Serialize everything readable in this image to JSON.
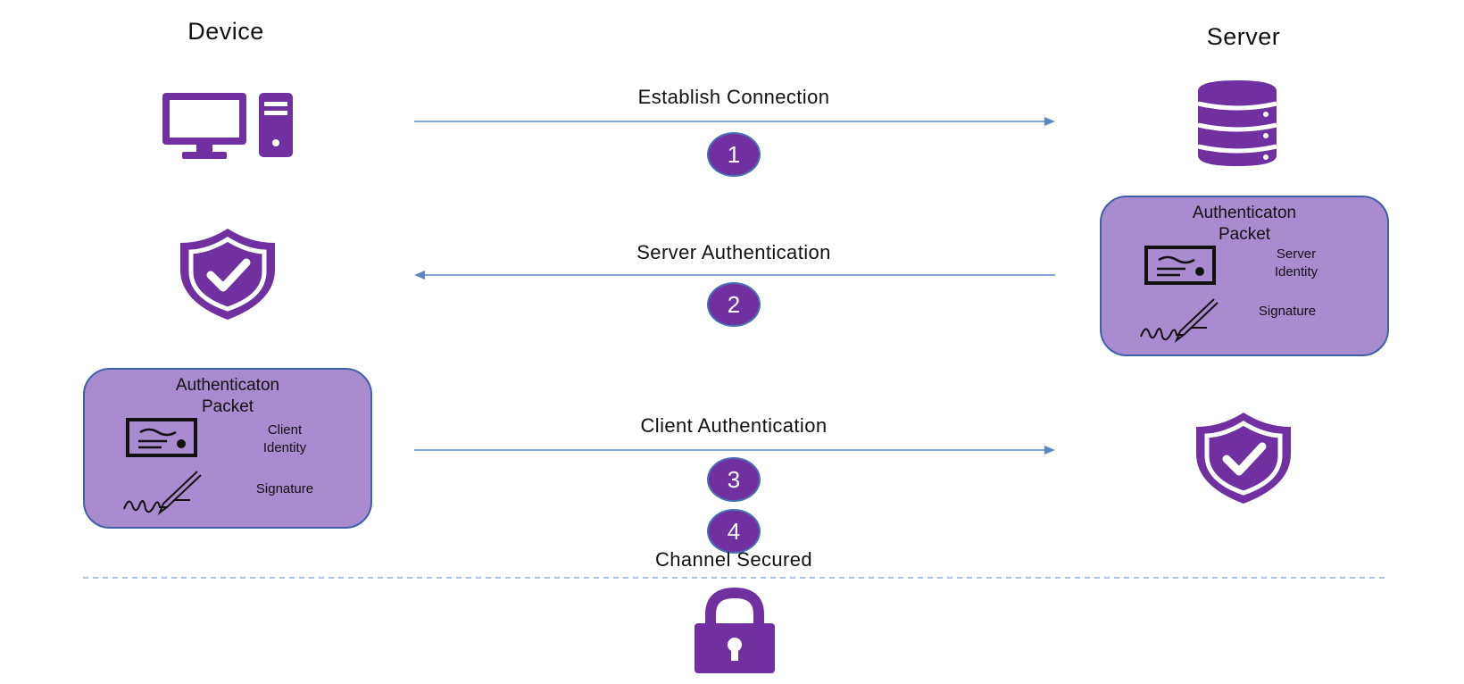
{
  "columns": {
    "device_title": "Device",
    "server_title": "Server"
  },
  "steps": [
    {
      "number": "1",
      "label": "Establish Connection",
      "direction": "device-to-server"
    },
    {
      "number": "2",
      "label": "Server Authentication",
      "direction": "server-to-device"
    },
    {
      "number": "3",
      "label": "Client Authentication",
      "direction": "device-to-server"
    },
    {
      "number": "4",
      "label": "Channel Secured"
    }
  ],
  "server_packet": {
    "title_line1": "Authenticaton",
    "title_line2": "Packet",
    "identity_line1": "Server",
    "identity_line2": "Identity",
    "signature": "Signature"
  },
  "client_packet": {
    "title_line1": "Authenticaton",
    "title_line2": "Packet",
    "identity_line1": "Client",
    "identity_line2": "Identity",
    "signature": "Signature"
  },
  "icons": {
    "device": "computer-icon",
    "server": "database-icon",
    "device_shield": "shield-check-icon",
    "server_shield": "shield-check-icon",
    "lock": "padlock-icon",
    "certificate": "certificate-icon",
    "signature": "pen-signature-icon"
  },
  "colors": {
    "icon_purple": "#7030a0",
    "packet_fill": "#a98bcf",
    "packet_border": "#3f5fa8",
    "arrow": "#5b87c5"
  }
}
